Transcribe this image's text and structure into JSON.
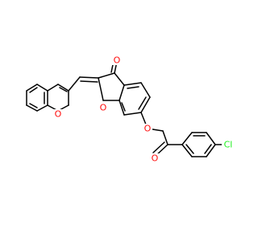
{
  "molecule": {
    "atom_colors": {
      "O": "#ff0d0d",
      "Cl": "#1ff01f"
    },
    "labels": {
      "ketone_oxygen": "O",
      "furan_oxygen": "O",
      "chromene_oxygen": "O",
      "ether_oxygen": "O",
      "side_ketone_oxygen": "O",
      "chlorine": "Cl"
    }
  }
}
